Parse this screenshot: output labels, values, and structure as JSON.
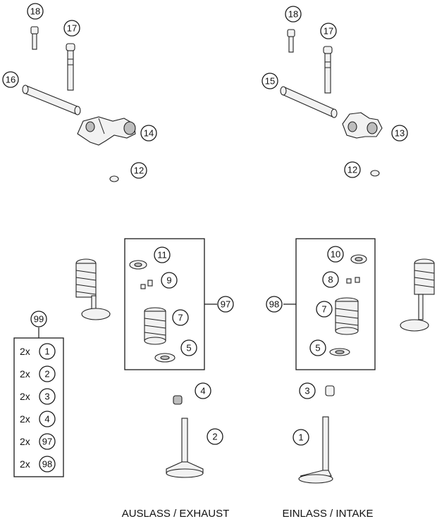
{
  "labels": {
    "exhaust": "AUSLASS / EXHAUST",
    "intake": "EINLASS / INTAKE"
  },
  "callouts": {
    "c18a": "18",
    "c17a": "17",
    "c16": "16",
    "c14": "14",
    "c12a": "12",
    "c18b": "18",
    "c17b": "17",
    "c15": "15",
    "c13": "13",
    "c12b": "12",
    "c11": "11",
    "c9": "9",
    "c7a": "7",
    "c5a": "5",
    "c97": "97",
    "c10": "10",
    "c8": "8",
    "c7b": "7",
    "c5b": "5",
    "c98": "98",
    "c99": "99",
    "c4": "4",
    "c2": "2",
    "c3": "3",
    "c1": "1"
  },
  "kit99": {
    "rows": [
      {
        "qty": "2x",
        "part": "1"
      },
      {
        "qty": "2x",
        "part": "2"
      },
      {
        "qty": "2x",
        "part": "3"
      },
      {
        "qty": "2x",
        "part": "4"
      },
      {
        "qty": "2x",
        "part": "97"
      },
      {
        "qty": "2x",
        "part": "98"
      }
    ]
  }
}
